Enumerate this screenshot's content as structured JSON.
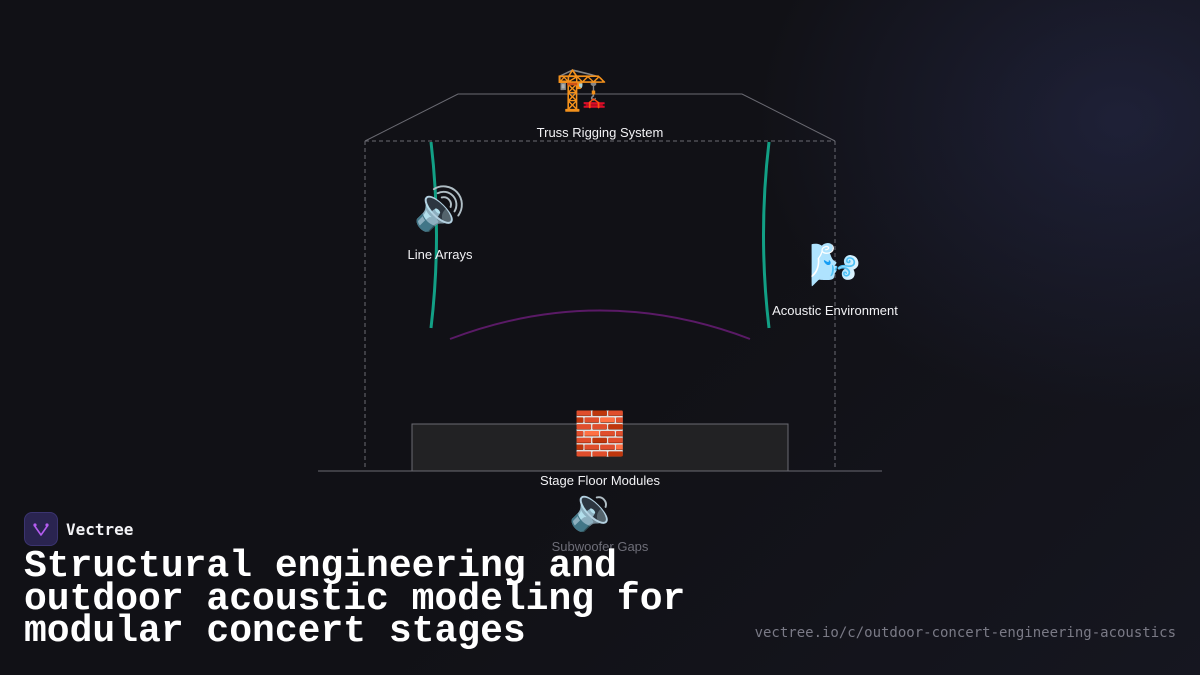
{
  "diagram": {
    "nodes": [
      {
        "id": "truss",
        "label": "Truss Rigging System",
        "icon": "construction-crane-icon",
        "glyph": "🏗️",
        "muted": false
      },
      {
        "id": "line-arrays",
        "label": "Line Arrays",
        "icon": "speaker-loud-icon",
        "glyph": "🔊",
        "muted": false
      },
      {
        "id": "acoustic-env",
        "label": "Acoustic Environment",
        "icon": "wind-face-icon",
        "glyph": "🌬️",
        "muted": false
      },
      {
        "id": "stage-floor",
        "label": "Stage Floor Modules",
        "icon": "brick-icon",
        "glyph": "🧱",
        "muted": false
      },
      {
        "id": "subwoofer",
        "label": "Subwoofer Gaps",
        "icon": "speaker-low-icon",
        "glyph": "🔉",
        "muted": true
      }
    ],
    "colors": {
      "outline": "#6a6a72",
      "speaker_curves": "#12a085",
      "dispersion_arc": "#5a1a66",
      "stage_fill": "#222224"
    }
  },
  "brand": {
    "name": "Vectree",
    "logo_icon": "vectree-logo-icon",
    "logo_color": "#b45cf0"
  },
  "headline": "Structural engineering and outdoor acoustic modeling for modular concert stages",
  "url": "vectree.io/c/outdoor-concert-engineering-acoustics"
}
